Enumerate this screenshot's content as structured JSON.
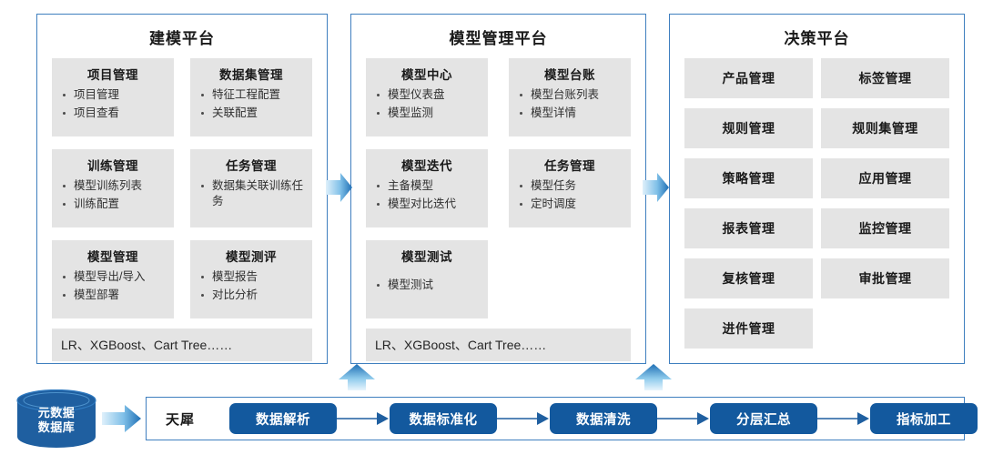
{
  "diagram": {
    "title_hidden": "",
    "colors": {
      "panel_border": "#3f7fbf",
      "card_bg": "#e4e4e4",
      "pill_bg": "#13599e",
      "cylinder": "#1f5fa0",
      "arrow_light": "#bfe0f5",
      "arrow_dark": "#1f6fb5"
    }
  },
  "panels": [
    {
      "id": "modeling-platform",
      "title": "建模平台",
      "cards": [
        {
          "title": "项目管理",
          "items": [
            "项目管理",
            "项目查看"
          ]
        },
        {
          "title": "数据集管理",
          "items": [
            "特征工程配置",
            "关联配置"
          ]
        },
        {
          "title": "训练管理",
          "items": [
            "模型训练列表",
            "训练配置"
          ]
        },
        {
          "title": "任务管理",
          "items": [
            "数据集关联训练任务"
          ]
        },
        {
          "title": "模型管理",
          "items": [
            "模型导出/导入",
            "模型部署"
          ]
        },
        {
          "title": "模型测评",
          "items": [
            "模型报告",
            "对比分析"
          ]
        }
      ],
      "algo_bar": "LR、XGBoost、Cart Tree……"
    },
    {
      "id": "model-management-platform",
      "title": "模型管理平台",
      "cards": [
        {
          "title": "模型中心",
          "items": [
            "模型仪表盘",
            "模型监测"
          ]
        },
        {
          "title": "模型台账",
          "items": [
            "模型台账列表",
            "模型详情"
          ]
        },
        {
          "title": "模型迭代",
          "items": [
            "主备模型",
            "模型对比迭代"
          ]
        },
        {
          "title": "任务管理",
          "items": [
            "模型任务",
            "定时调度"
          ]
        },
        {
          "title": "模型测试",
          "items": [
            "模型测试"
          ]
        }
      ],
      "algo_bar": "LR、XGBoost、Cart Tree……"
    },
    {
      "id": "decision-platform",
      "title": "决策平台",
      "buttons": [
        "产品管理",
        "标签管理",
        "规则管理",
        "规则集管理",
        "策略管理",
        "应用管理",
        "报表管理",
        "监控管理",
        "复核管理",
        "审批管理",
        "进件管理"
      ]
    }
  ],
  "data_layer": {
    "source": {
      "line1": "元数据",
      "line2": "数据库"
    },
    "platform_label": "天犀",
    "steps": [
      "数据解析",
      "数据标准化",
      "数据清洗",
      "分层汇总",
      "指标加工"
    ]
  }
}
